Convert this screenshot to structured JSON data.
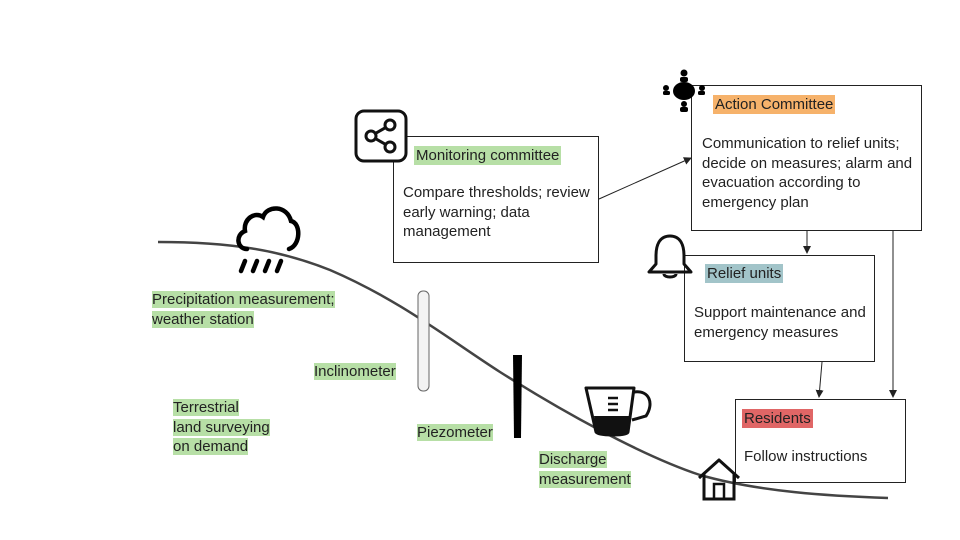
{
  "colors": {
    "label_highlight": "#b7dfa6",
    "action_highlight": "#f6b26b",
    "relief_highlight": "#a2c4c9",
    "residents_highlight": "#e06666",
    "line": "#444444"
  },
  "boxes": {
    "monitoring": {
      "title": "Monitoring committee",
      "body": "Compare thresholds; review early warning; data management"
    },
    "action": {
      "title": "Action Committee",
      "body": "Communication to relief units; decide on measures; alarm and evacuation according to emergency plan"
    },
    "relief": {
      "title": "Relief units",
      "body": "Support maintenance and emergency measures"
    },
    "residents": {
      "title": "Residents",
      "body": "Follow instructions"
    }
  },
  "labels": {
    "precipitation_line1": "Precipitation measurement;",
    "precipitation_line2": "weather station",
    "inclinometer": "Inclinometer",
    "terrestrial_line1": "Terrestrial",
    "terrestrial_line2": "land surveying",
    "terrestrial_line3": "on demand",
    "piezometer": "Piezometer",
    "discharge_line1": "Discharge",
    "discharge_line2": "measurement"
  },
  "icons": {
    "share": "share-icon",
    "meeting": "meeting-table-icon",
    "bell": "bell-icon",
    "rain": "rain-cloud-icon",
    "measuring_cup": "measuring-cup-icon",
    "house": "house-icon"
  }
}
